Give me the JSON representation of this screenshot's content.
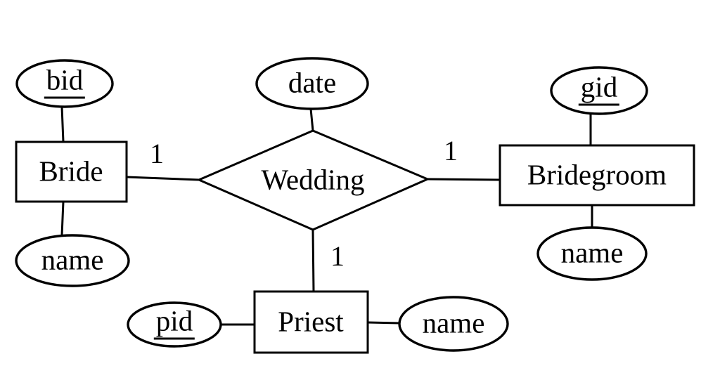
{
  "diagram": {
    "type": "entity-relationship-diagram",
    "colors": {
      "background": "#ffffff",
      "stroke": "#000000",
      "text": "#000000"
    },
    "entities": [
      {
        "id": "bride",
        "label": "Bride",
        "attributes": [
          {
            "label": "bid",
            "is_key": true
          },
          {
            "label": "name",
            "is_key": false
          }
        ]
      },
      {
        "id": "bridegroom",
        "label": "Bridegroom",
        "attributes": [
          {
            "label": "gid",
            "is_key": true
          },
          {
            "label": "name",
            "is_key": false
          }
        ]
      },
      {
        "id": "priest",
        "label": "Priest",
        "attributes": [
          {
            "label": "pid",
            "is_key": true
          },
          {
            "label": "name",
            "is_key": false
          }
        ]
      }
    ],
    "relationship": {
      "label": "Wedding",
      "attributes": [
        {
          "label": "date",
          "is_key": false
        }
      ],
      "connections": [
        {
          "to": "Bride",
          "cardinality": "1"
        },
        {
          "to": "Bridegroom",
          "cardinality": "1"
        },
        {
          "to": "Priest",
          "cardinality": "1"
        }
      ]
    }
  }
}
